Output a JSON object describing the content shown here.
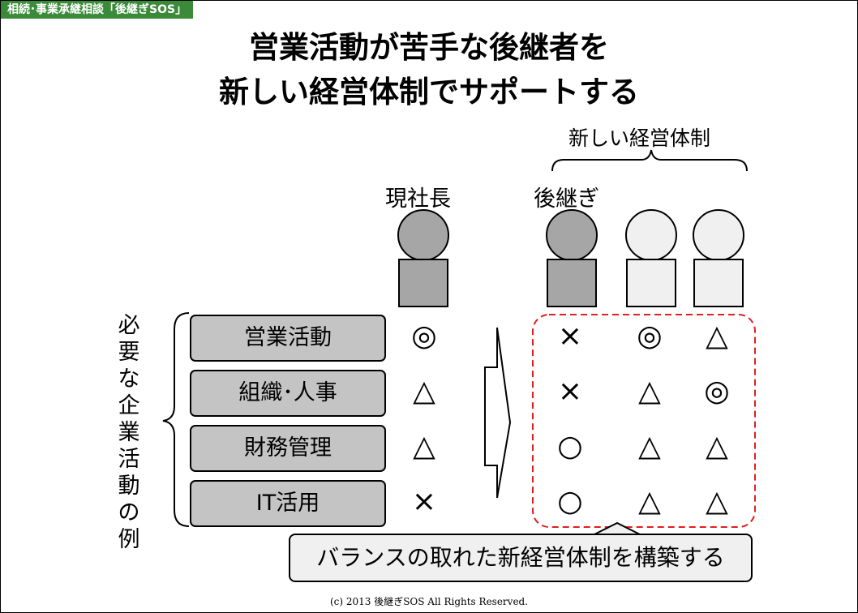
{
  "header": {
    "tag": "相続･事業承継相談「後継ぎSOS」",
    "title_line1": "営業活動が苦手な後継者を",
    "title_line2": "新しい経営体制でサポートする"
  },
  "diagram": {
    "new_structure_label": "新しい経営体制",
    "current_president_label": "現社長",
    "successor_label": "後継ぎ",
    "vertical_label": "必要な企業活動の例",
    "activities": [
      {
        "label": "営業活動",
        "current": "◎",
        "successor": "×",
        "member2": "◎",
        "member3": "△"
      },
      {
        "label": "組織･人事",
        "current": "△",
        "successor": "×",
        "member2": "△",
        "member3": "◎"
      },
      {
        "label": "財務管理",
        "current": "△",
        "successor": "○",
        "member2": "△",
        "member3": "△"
      },
      {
        "label": "IT活用",
        "current": "×",
        "successor": "○",
        "member2": "△",
        "member3": "△"
      }
    ],
    "callout": "バランスの取れた新経営体制を構築する"
  },
  "footer": {
    "copyright": "(c) 2013 後継ぎSOS All Rights Reserved."
  },
  "colors": {
    "tag_bg": "#3a8a3a",
    "dashed_border": "#e02020",
    "dark_fill": "#a6a6a6",
    "light_fill": "#f0f0f0",
    "activity_fill": "#c4c4c4"
  }
}
